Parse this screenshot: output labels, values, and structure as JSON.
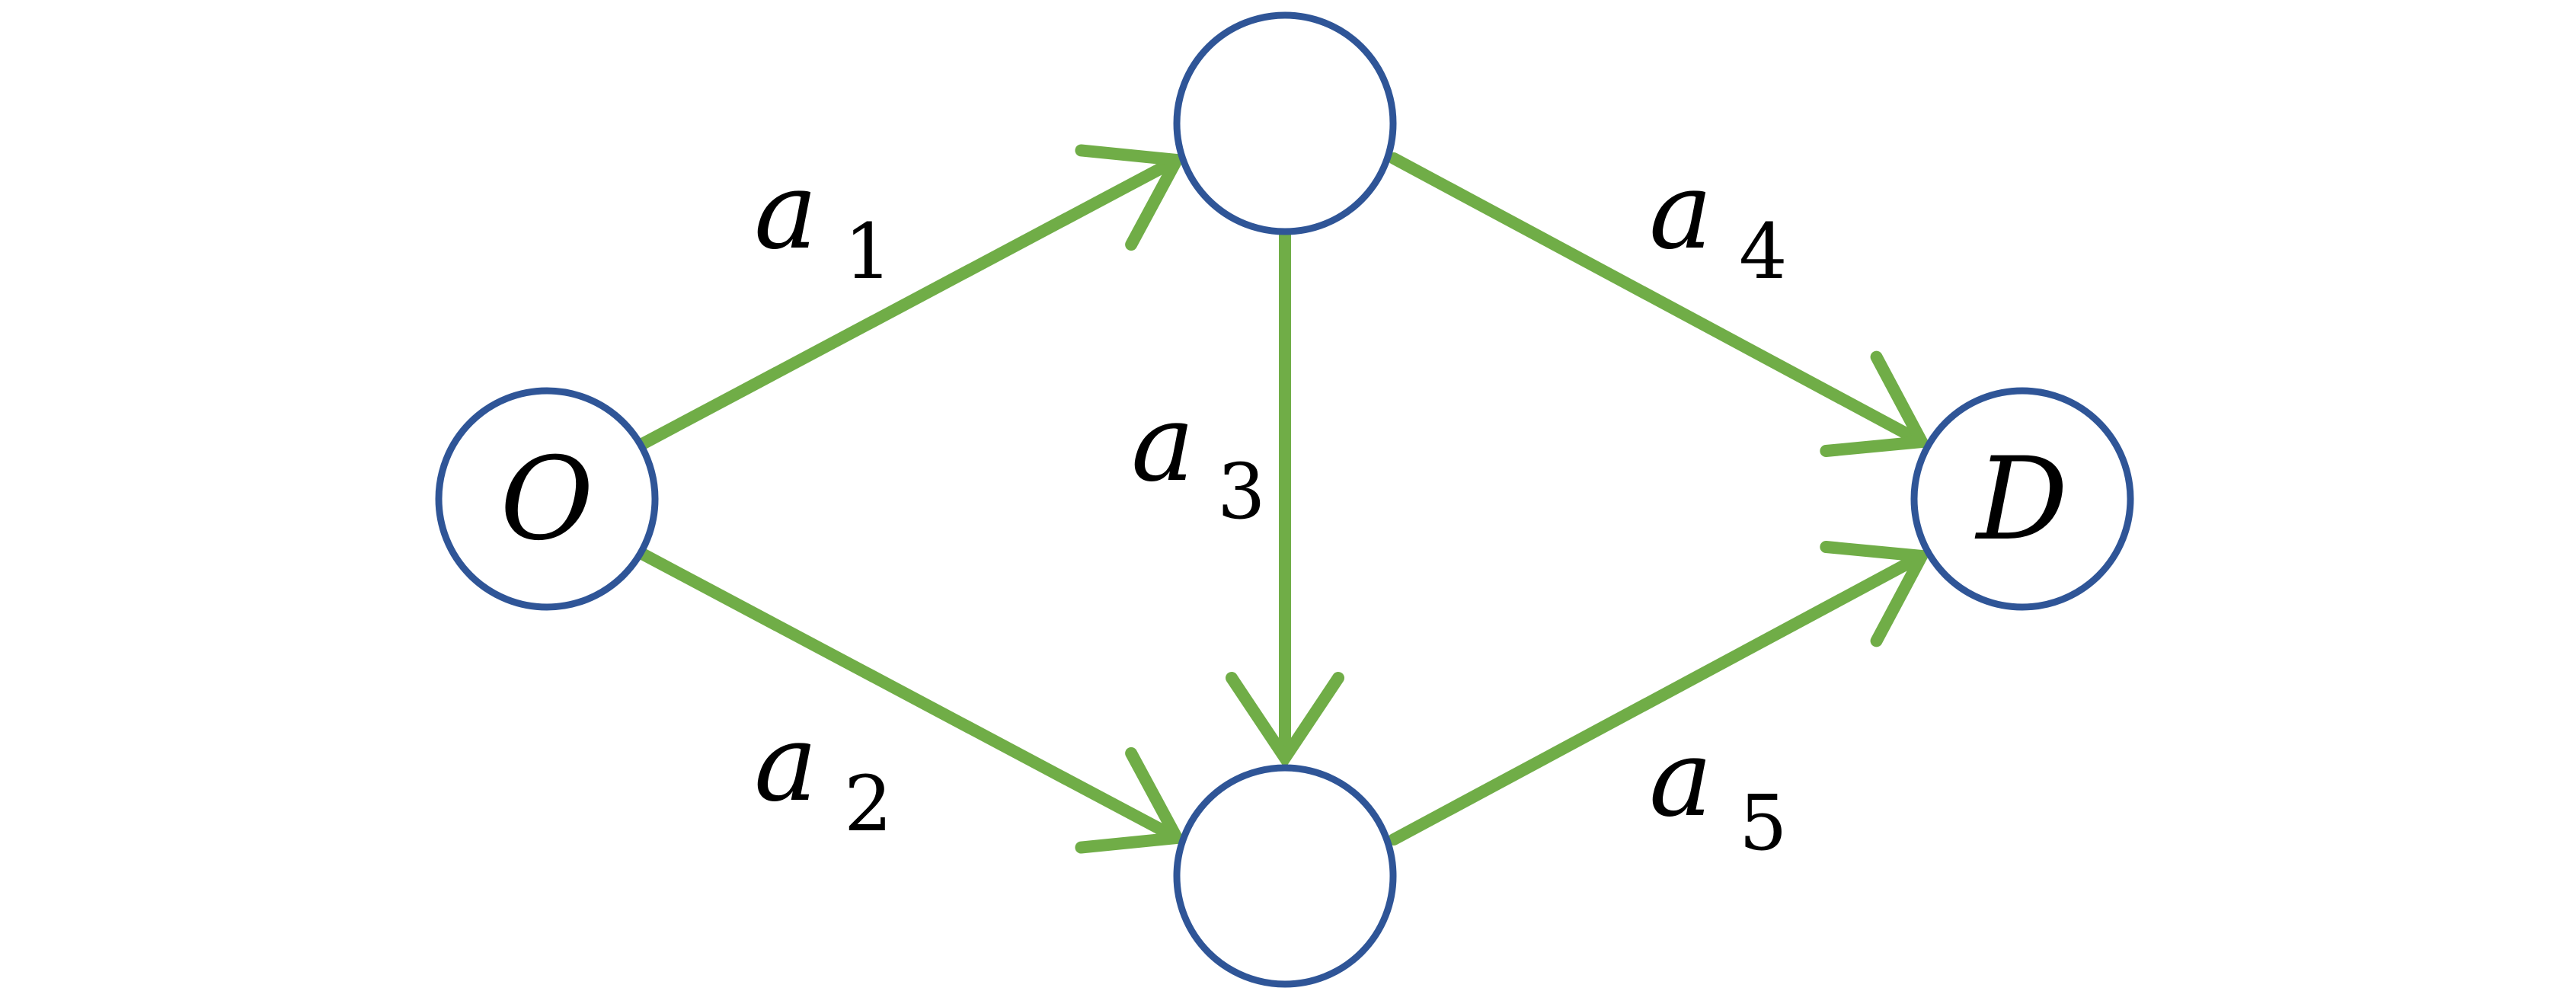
{
  "colors": {
    "node_stroke": "#2f5597",
    "edge": "#70ad47",
    "text": "#000000"
  },
  "nodes": [
    {
      "id": "O",
      "label": "O"
    },
    {
      "id": "top",
      "label": ""
    },
    {
      "id": "bottom",
      "label": ""
    },
    {
      "id": "D",
      "label": "D"
    }
  ],
  "edges": [
    {
      "id": "a1",
      "from": "O",
      "to": "top",
      "label": "a",
      "sub": "1"
    },
    {
      "id": "a2",
      "from": "O",
      "to": "bottom",
      "label": "a",
      "sub": "2"
    },
    {
      "id": "a3",
      "from": "top",
      "to": "bottom",
      "label": "a",
      "sub": "3"
    },
    {
      "id": "a4",
      "from": "top",
      "to": "D",
      "label": "a",
      "sub": "4"
    },
    {
      "id": "a5",
      "from": "bottom",
      "to": "D",
      "label": "a",
      "sub": "5"
    }
  ]
}
